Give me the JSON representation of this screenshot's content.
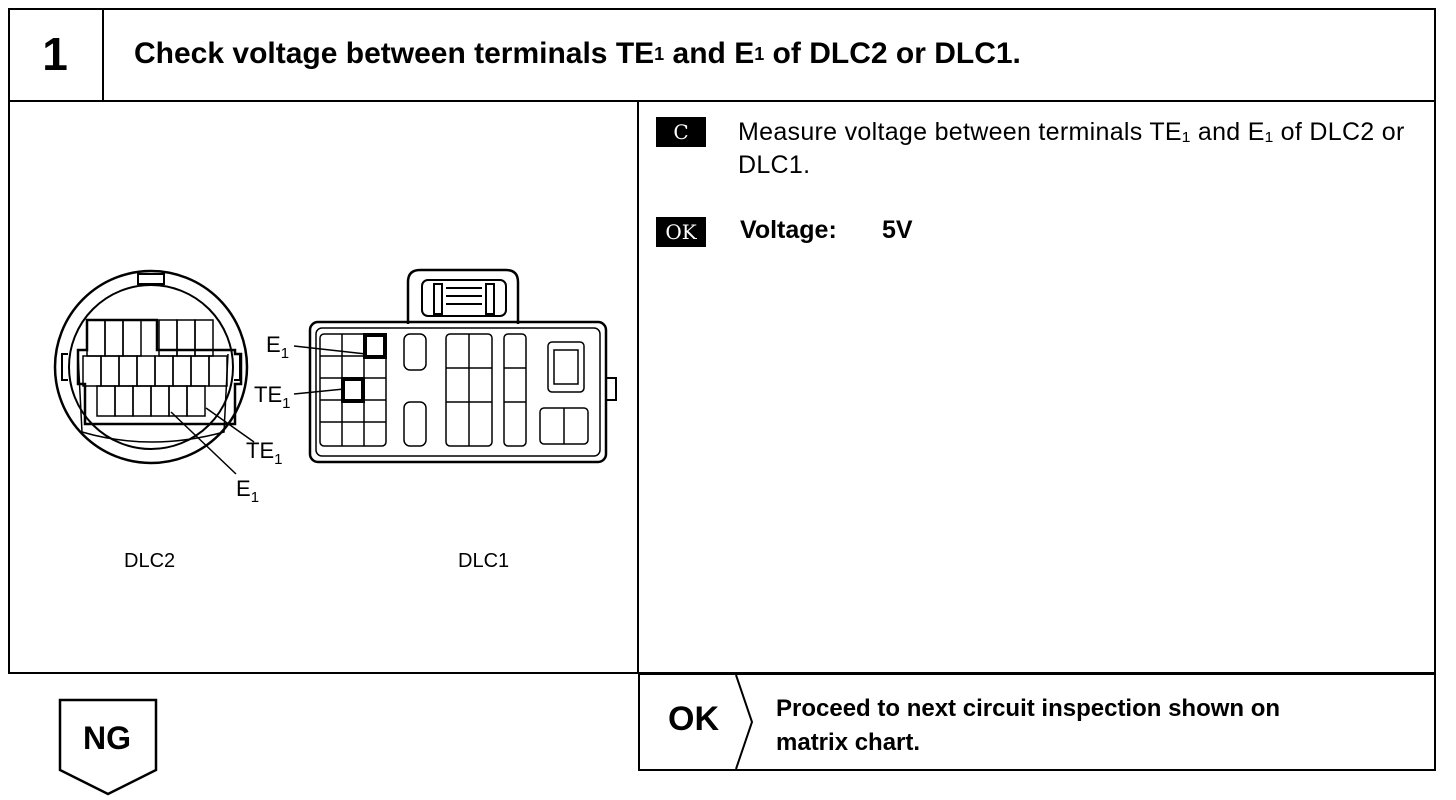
{
  "step": {
    "number": "1",
    "title": "Check voltage between terminals TE",
    "title_sub1": "1",
    "title_mid": " and E",
    "title_sub2": "1",
    "title_end": " of DLC2 or DLC1."
  },
  "figure": {
    "left_connector_label": "DLC2",
    "right_connector_label": "DLC1",
    "callout_te": "TE",
    "callout_e": "E",
    "callout_sub": "1"
  },
  "check": {
    "badge": "C",
    "instruction": "Measure voltage between terminals TE₁ and E₁ of DLC2 or DLC1."
  },
  "spec": {
    "badge": "OK",
    "label": "Voltage:",
    "value": "5V"
  },
  "result_ok": {
    "label": "OK",
    "text_line1": "Proceed to next circuit inspection shown on",
    "text_line2": "matrix chart."
  },
  "result_ng": {
    "label": "NG"
  }
}
